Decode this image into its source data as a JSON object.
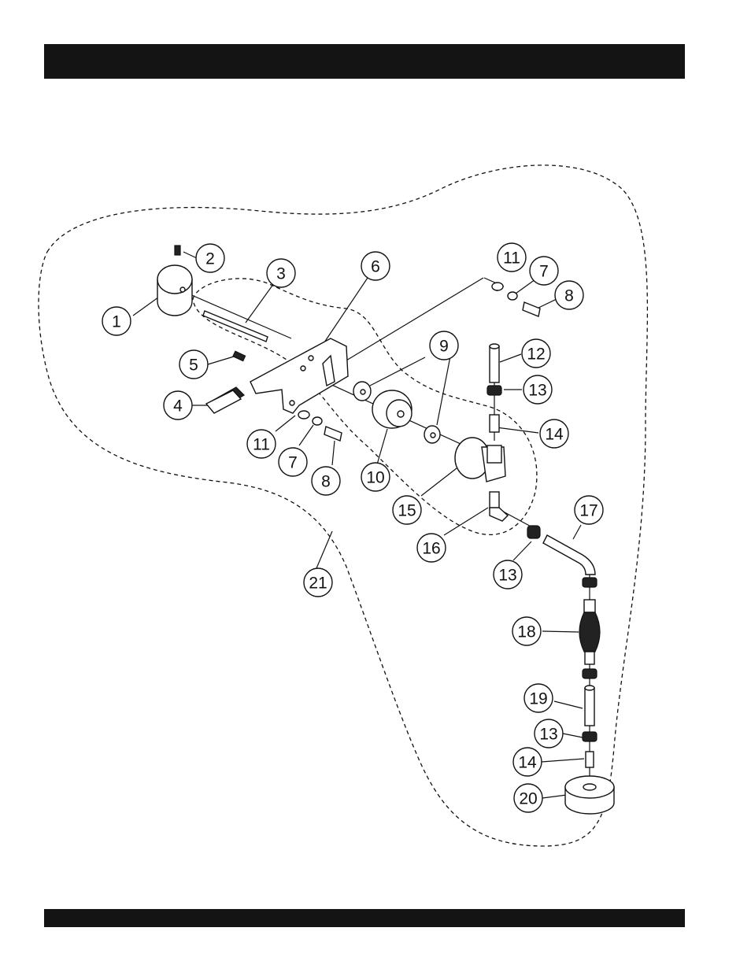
{
  "header": {
    "title": ""
  },
  "footer": {
    "text": ""
  },
  "diagram": {
    "callouts": [
      {
        "id": "c-1",
        "label": "1"
      },
      {
        "id": "c-2",
        "label": "2"
      },
      {
        "id": "c-3",
        "label": "3"
      },
      {
        "id": "c-4",
        "label": "4"
      },
      {
        "id": "c-5",
        "label": "5"
      },
      {
        "id": "c-6",
        "label": "6"
      },
      {
        "id": "c-7a",
        "label": "7"
      },
      {
        "id": "c-7b",
        "label": "7"
      },
      {
        "id": "c-8a",
        "label": "8"
      },
      {
        "id": "c-8b",
        "label": "8"
      },
      {
        "id": "c-9",
        "label": "9"
      },
      {
        "id": "c-10",
        "label": "10"
      },
      {
        "id": "c-11a",
        "label": "11"
      },
      {
        "id": "c-11b",
        "label": "11"
      },
      {
        "id": "c-12",
        "label": "12"
      },
      {
        "id": "c-13a",
        "label": "13"
      },
      {
        "id": "c-13b",
        "label": "13"
      },
      {
        "id": "c-13c",
        "label": "13"
      },
      {
        "id": "c-14a",
        "label": "14"
      },
      {
        "id": "c-14b",
        "label": "14"
      },
      {
        "id": "c-15",
        "label": "15"
      },
      {
        "id": "c-16",
        "label": "16"
      },
      {
        "id": "c-17",
        "label": "17"
      },
      {
        "id": "c-18",
        "label": "18"
      },
      {
        "id": "c-19",
        "label": "19"
      },
      {
        "id": "c-20",
        "label": "20"
      },
      {
        "id": "c-21",
        "label": "21"
      }
    ]
  }
}
